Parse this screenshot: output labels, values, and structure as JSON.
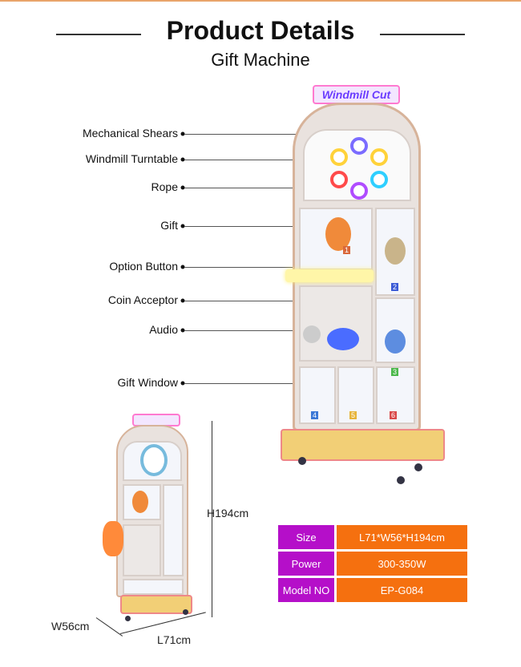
{
  "header": {
    "title": "Product Details",
    "subtitle": "Gift Machine"
  },
  "machine_logo": "Windmill Cut",
  "callouts": [
    {
      "label": "Mechanical Shears"
    },
    {
      "label": "Windmill Turntable"
    },
    {
      "label": "Rope"
    },
    {
      "label": "Gift"
    },
    {
      "label": "Option Button"
    },
    {
      "label": "Coin Acceptor"
    },
    {
      "label": "Audio"
    },
    {
      "label": "Gift Window"
    }
  ],
  "window_numbers": [
    "1",
    "2",
    "3",
    "4",
    "5",
    "6"
  ],
  "dimensions": {
    "height": "H194cm",
    "width": "W56cm",
    "length": "L71cm"
  },
  "specs": [
    {
      "key": "Size",
      "value": "L71*W56*H194cm"
    },
    {
      "key": "Power",
      "value": "300-350W"
    },
    {
      "key": "Model NO",
      "value": "EP-G084"
    }
  ],
  "colors": {
    "spec_key": "#b50fc9",
    "spec_value": "#f5700f",
    "top_bar": "#e9a46a"
  }
}
